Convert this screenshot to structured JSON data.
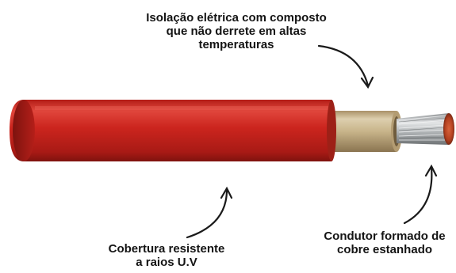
{
  "labels": {
    "insulation": [
      "Isolação elétrica com composto",
      "que não derrete em altas",
      "temperaturas"
    ],
    "jacket": [
      "Cobertura resistente",
      "a raios U.V"
    ],
    "conductor": [
      "Condutor formado de",
      "cobre estanhado"
    ]
  },
  "colors": {
    "jacket": "#c9221d",
    "jacket_highlight": "#e0463c",
    "jacket_shadow": "#8e1612",
    "insulation": "#c8b48a",
    "conductor": "#b9bdbf",
    "conductor_tip": "#b3401f",
    "arrow": "#1a1a1a"
  }
}
